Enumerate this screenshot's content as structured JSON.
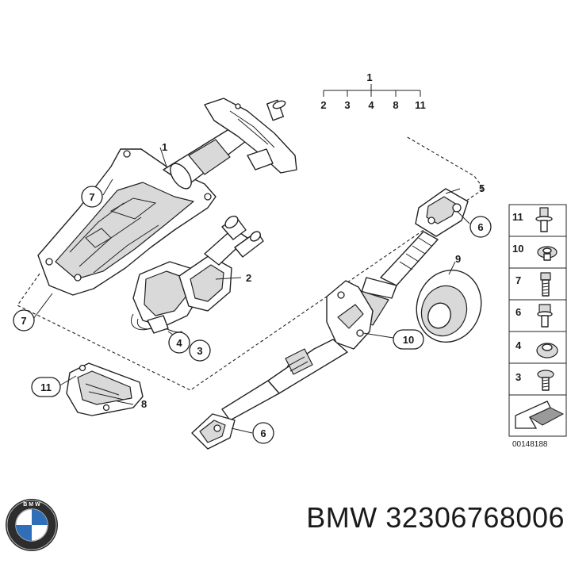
{
  "diagram": {
    "callouts": {
      "c1": "1",
      "c2": "2",
      "c3": "3",
      "c4": "4",
      "c5": "5",
      "c6a": "6",
      "c6b": "6",
      "c7a": "7",
      "c7b": "7",
      "c8": "8",
      "c9": "9",
      "c10": "10",
      "c11": "11"
    },
    "assembly_tree": {
      "root": "1",
      "children": [
        "2",
        "3",
        "4",
        "8",
        "11"
      ]
    },
    "legend_items": [
      "11",
      "10",
      "7",
      "6",
      "4",
      "3"
    ],
    "drawing_number": "00148188"
  },
  "footer": {
    "brand": "BMW",
    "part_number": "BMW 32306768006"
  }
}
